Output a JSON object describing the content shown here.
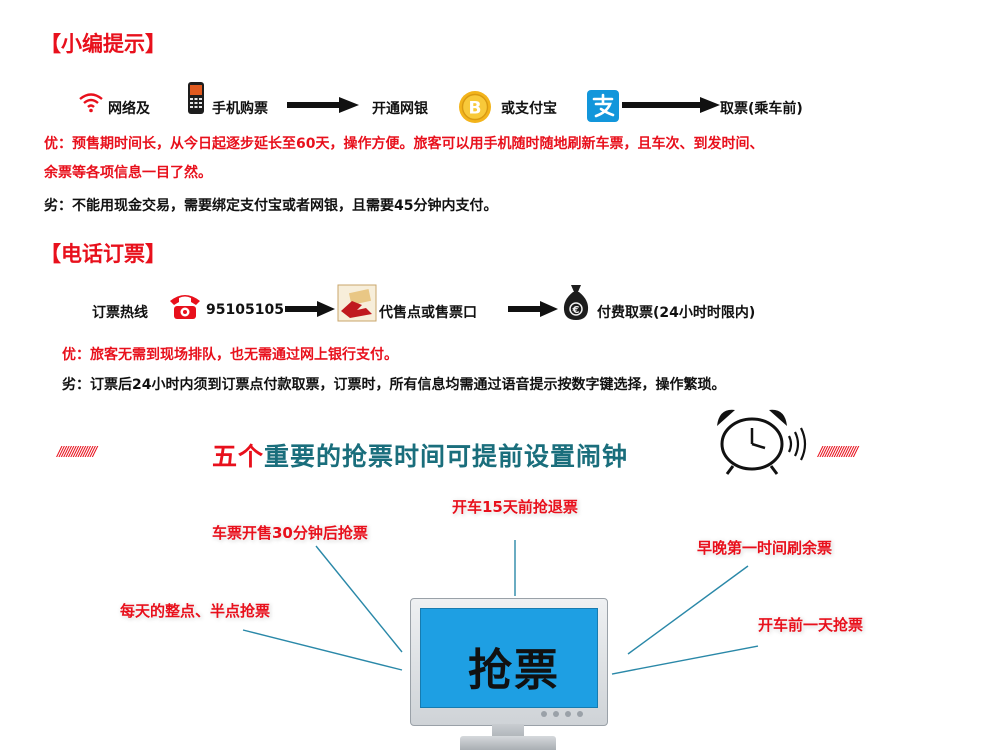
{
  "section1": {
    "title": "【小编提示】",
    "flow": {
      "wifi": "网络及",
      "phone": "手机购票",
      "bank": "开通网银",
      "alipay": "或支付宝",
      "ticket": "取票(乘车前)"
    },
    "pros_line1": "优：预售期时间长，从今日起逐步延长至60天，操作方便。旅客可以用手机随时随地刷新车票，且车次、到发时间、",
    "pros_line2": "余票等各项信息一目了然。",
    "cons": "劣：不能用现金交易，需要绑定支付宝或者网银，且需要45分钟内支付。"
  },
  "section2": {
    "title": "【电话订票】",
    "flow": {
      "hotline": "订票热线",
      "number": "95105105",
      "agent": "代售点或售票口",
      "pay": "付费取票(24小时时限内)"
    },
    "pros": "优：旅客无需到现场排队，也无需通过网上银行支付。",
    "cons": "劣：订票后24小时内须到订票点付款取票，订票时，所有信息均需通过语音提示按数字键选择，操作繁琐。"
  },
  "banner": {
    "red_part": "五个",
    "teal_part": "重要的抢票时间可提前设置闹钟",
    "hatch_left": "////////////////",
    "hatch_right": "////////////////"
  },
  "diagram": {
    "center": "抢票",
    "tips": [
      "车票开售30分钟后抢票",
      "开车15天前抢退票",
      "早晚第一时间刷余票",
      "每天的整点、半点抢票",
      "开车前一天抢票"
    ]
  },
  "colors": {
    "accent_red": "#e8101c",
    "teal": "#1a6e7c",
    "screen_blue": "#1e9fe3"
  }
}
